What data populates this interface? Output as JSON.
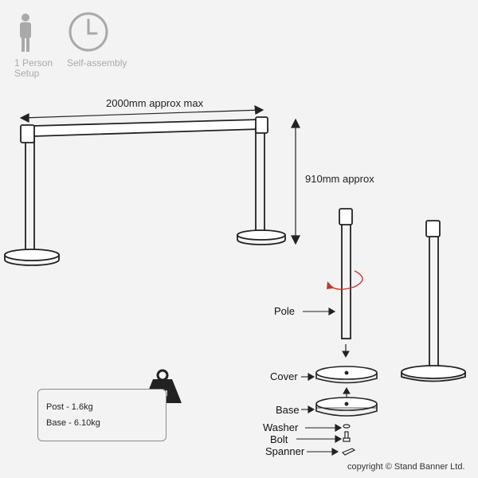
{
  "icons": {
    "person": {
      "icon": "person-icon",
      "line1": "1 Person",
      "line2": "Setup"
    },
    "clock": {
      "icon": "clock-icon",
      "label": "Self-assembly"
    }
  },
  "dimensions": {
    "width": "2000mm approx max",
    "height": "910mm approx"
  },
  "parts": {
    "pole": "Pole",
    "cover": "Cover",
    "base": "Base",
    "washer": "Washer",
    "bolt": "Bolt",
    "spanner": "Spanner"
  },
  "weights": {
    "weight_icon_text": "kg",
    "post": "Post - 1.6kg",
    "base": "Base - 6.10kg"
  },
  "footer": {
    "copyright": "copyright © Stand Banner Ltd."
  },
  "colors": {
    "icon_gray": "#a9a9a9",
    "line": "#222222",
    "rotation_arrow": "#c0392b"
  }
}
